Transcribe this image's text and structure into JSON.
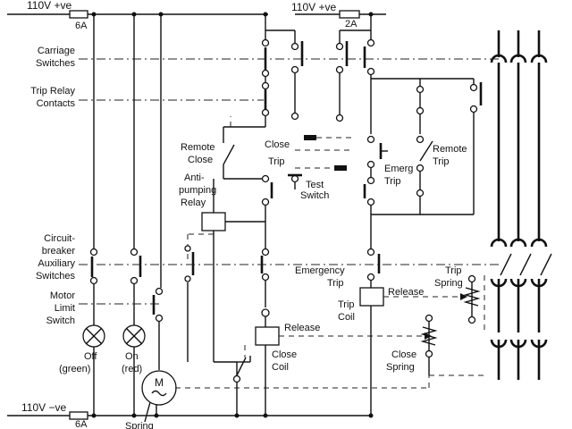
{
  "supply": {
    "top_left": "110V +ve",
    "top_left_fuse": "6A",
    "top_right": "110V +ve",
    "top_right_fuse": "2A",
    "bottom_left": "110V −ve",
    "bottom_left_fuse": "6A"
  },
  "labels": {
    "carriage_1": "Carriage",
    "carriage_2": "Switches",
    "trip_relay_1": "Trip Relay",
    "trip_relay_2": "Contacts",
    "remote_close_1": "Remote",
    "remote_close_2": "Close",
    "close": "Close",
    "trip": "Trip",
    "remote_trip_1": "Remote",
    "remote_trip_2": "Trip",
    "emerg_trip_1": "Emerg",
    "emerg_trip_2": "Trip",
    "anti_pumping_1": "Anti-",
    "anti_pumping_2": "pumping",
    "anti_pumping_3": "Relay",
    "test_switch_1": "Test",
    "test_switch_2": "Switch",
    "cb_aux_1": "Circuit-",
    "cb_aux_2": "breaker",
    "cb_aux_3": "Auxiliary",
    "cb_aux_4": "Switches",
    "emergency_trip_1": "Emergency",
    "emergency_trip_2": "Trip",
    "trip_spring_1": "Trip",
    "trip_spring_2": "Spring",
    "release_trip": "Release",
    "trip_coil_1": "Trip",
    "trip_coil_2": "Coil",
    "motor_limit_1": "Motor",
    "motor_limit_2": "Limit",
    "motor_limit_3": "Switch",
    "release_close": "Release",
    "close_coil_1": "Close",
    "close_coil_2": "Coil",
    "close_spring_1": "Close",
    "close_spring_2": "Spring",
    "off_1": "Off",
    "off_2": "(green)",
    "on_1": "On",
    "on_2": "(red)",
    "motor": "M",
    "motor_spring": "Spring"
  },
  "icons": [
    "indicator-lamp-icon",
    "motor-icon",
    "coil-icon",
    "spring-icon",
    "fuse-icon"
  ]
}
